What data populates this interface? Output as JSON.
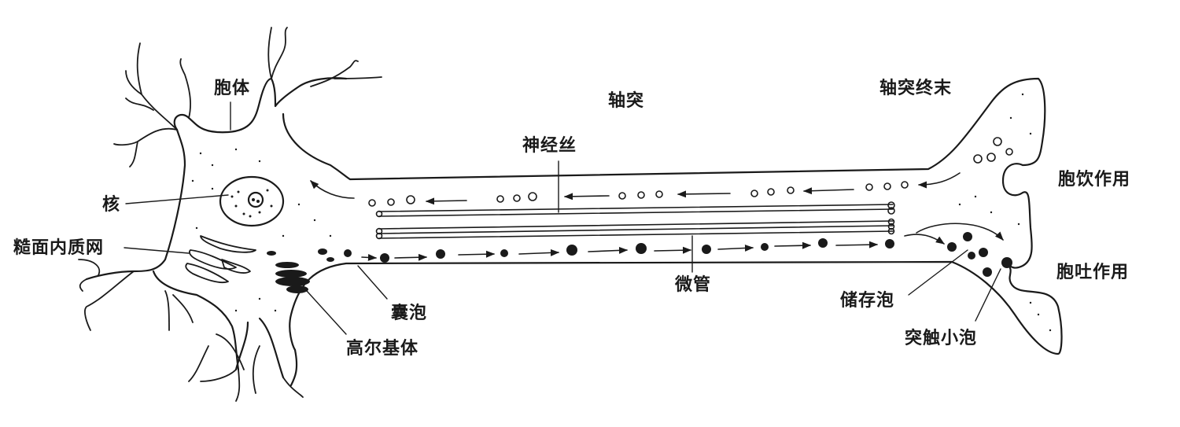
{
  "diagram": {
    "type": "neuron-axonal-transport",
    "colors": {
      "ink": "#1a1a1a",
      "background": "#ffffff"
    },
    "labels": {
      "cell_body": "胞体",
      "axon": "轴突",
      "axon_terminal": "轴突终末",
      "neurofilament": "神经丝",
      "nucleus": "核",
      "rough_er": "糙面内质网",
      "pinocytosis": "胞饮作用",
      "exocytosis": "胞吐作用",
      "microtubule": "微管",
      "vesicle": "囊泡",
      "golgi": "高尔基体",
      "storage_vesicle": "储存泡",
      "synaptic_vesicle": "突触小泡"
    },
    "flows": [
      {
        "name": "retrograde-transport",
        "direction": "terminal-to-soma",
        "marker": "open-circles"
      },
      {
        "name": "anterograde-transport",
        "direction": "soma-to-terminal",
        "marker": "filled-dots"
      }
    ]
  }
}
